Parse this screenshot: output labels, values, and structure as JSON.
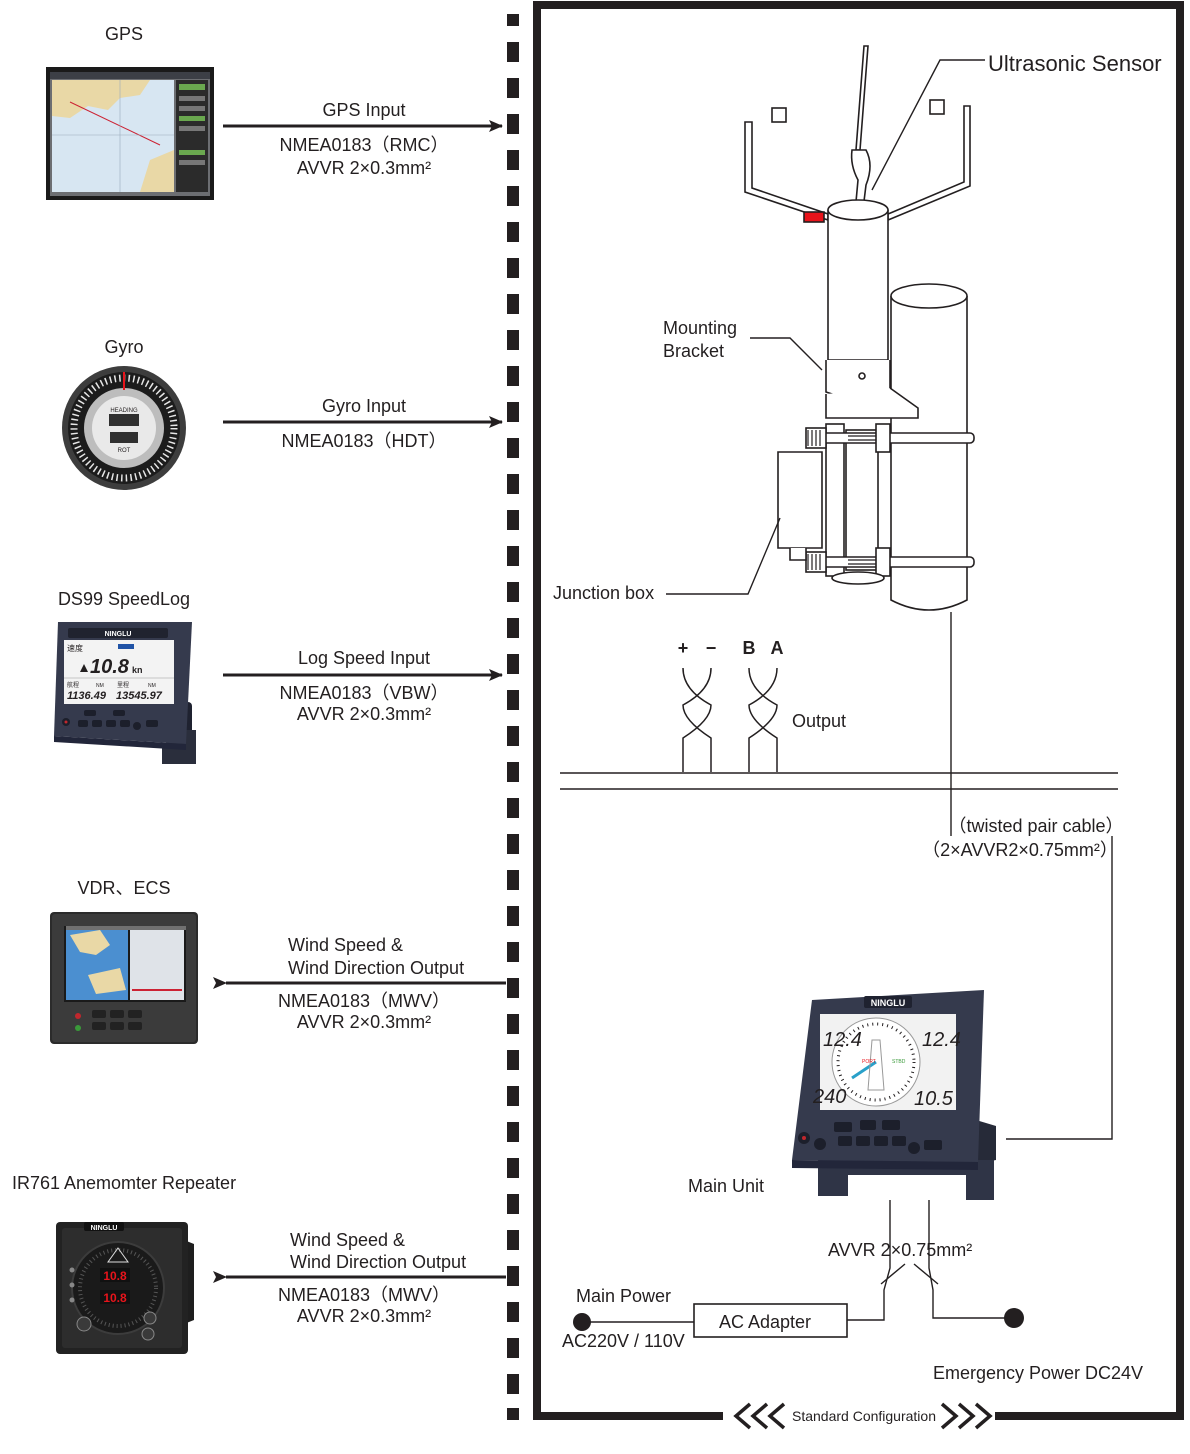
{
  "devices": {
    "gps": {
      "title": "GPS"
    },
    "gyro": {
      "title": "Gyro",
      "face_top": "HEADING",
      "face_bottom": "ROT"
    },
    "speedlog": {
      "title": "DS99 SpeedLog",
      "brand": "NINGLU",
      "screen_label": "速度",
      "speed": "10.8",
      "speed_unit": "kn",
      "trip_label": "航程",
      "trip_unit": "NM",
      "trip_value": "1136.49",
      "total_label": "里程",
      "total_unit": "NM",
      "total_value": "13545.97"
    },
    "vdr": {
      "title": "VDR、ECS"
    },
    "repeater": {
      "title": "IR761 Anemomter Repeater",
      "brand": "NINGLU",
      "value_top": "10.8",
      "value_bottom": "10.8"
    }
  },
  "links": {
    "gps": {
      "name": "GPS Input",
      "protocol": "NMEA0183（RMC）",
      "cable": "AVVR 2×0.3mm²"
    },
    "gyro": {
      "name": "Gyro Input",
      "protocol": "NMEA0183（HDT）"
    },
    "log": {
      "name": "Log Speed Input",
      "protocol": "NMEA0183（VBW）",
      "cable": "AVVR 2×0.3mm²"
    },
    "vdr": {
      "name_line1": "Wind Speed &",
      "name_line2": "Wind Direction Output",
      "protocol": "NMEA0183（MWV）",
      "cable": "AVVR 2×0.3mm²"
    },
    "repeater": {
      "name_line1": "Wind Speed &",
      "name_line2": "Wind Direction Output",
      "protocol": "NMEA0183（MWV）",
      "cable": "AVVR 2×0.3mm²"
    }
  },
  "system": {
    "sensor_label": "Ultrasonic Sensor",
    "bracket_line1": "Mounting",
    "bracket_line2": "Bracket",
    "junction_label": "Junction box",
    "terminals": [
      "+",
      "−",
      "B",
      "A"
    ],
    "output_label": "Output",
    "twisted_line1": "（twisted pair cable）",
    "twisted_line2": "（2×AVVR2×0.75mm²）",
    "main_unit": {
      "label": "Main Unit",
      "brand": "NINGLU",
      "left_top_value": "12.4",
      "right_top_value": "12.4",
      "left_bottom_value": "240",
      "right_bottom_value": "10.5",
      "port_label": "PORT",
      "stbd_label": "STBD"
    },
    "power_cable": "AVVR  2×0.75mm²",
    "main_power": "Main Power",
    "ac_adapter": "AC Adapter",
    "ac_voltage": "AC220V / 110V",
    "emergency_power": "Emergency Power DC24V",
    "standard_config": "Standard Configuration"
  },
  "colors": {
    "line": "#231f20",
    "sensor_band": "#e8141b",
    "device_body": "#2f3446",
    "screen_bg": "#f2f2f2",
    "chart_sea": "#4b8fd0"
  }
}
